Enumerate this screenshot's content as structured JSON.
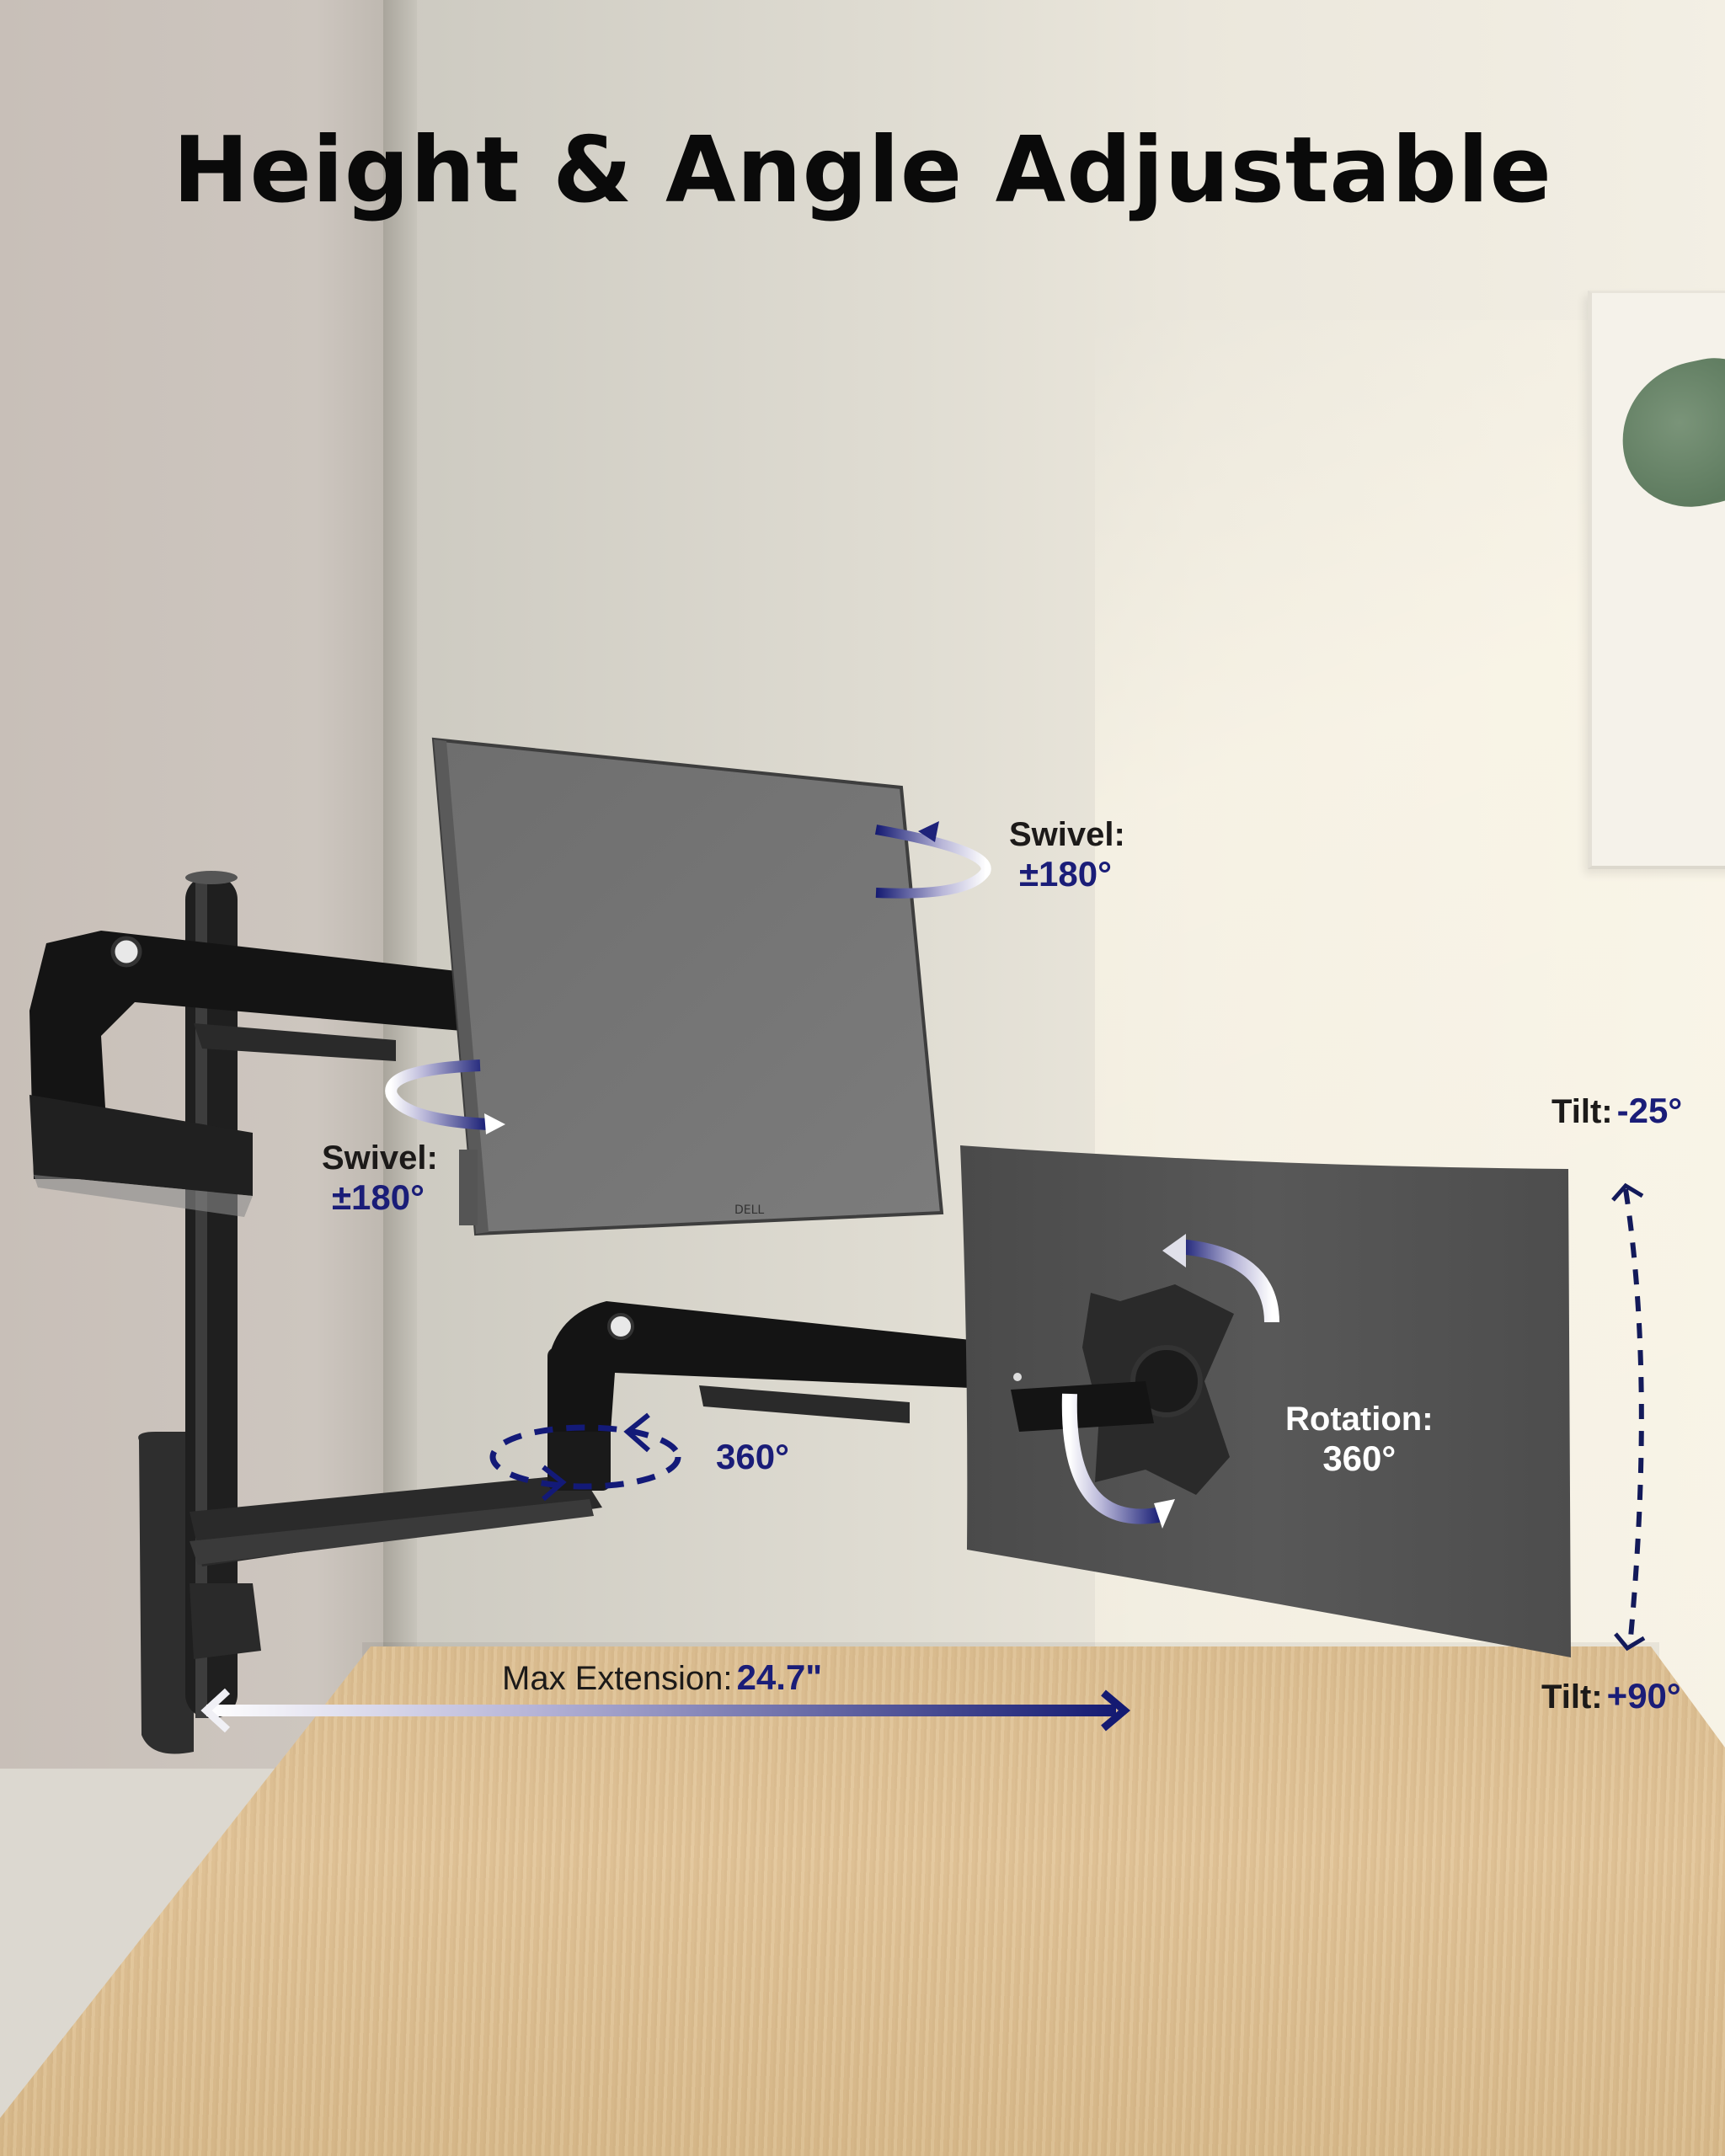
{
  "title": "Height & Angle Adjustable",
  "annotations": {
    "swivel_top": {
      "label": "Swivel:",
      "value": "±180°"
    },
    "swivel_left": {
      "label": "Swivel:",
      "value": "±180°"
    },
    "arm_rotation": {
      "value": "360°"
    },
    "panel_rotation": {
      "label": "Rotation:",
      "value": "360°"
    },
    "tilt_up": {
      "label": "Tilt:",
      "value": "-25°"
    },
    "tilt_down": {
      "label": "Tilt:",
      "value": "+90°"
    },
    "max_extension": {
      "label": "Max Extension:",
      "value": "24.7\""
    }
  },
  "product": {
    "monitor_brand_badge": "DELL"
  },
  "colors": {
    "accent_navy": "#1a1d78",
    "title_text": "#0a0a0a",
    "label_text": "#1c1a19",
    "desk_wood": "#dcbf93",
    "wall": "#e4e0d6",
    "monitor_gray": "#7a7a7a",
    "arm_black": "#161616"
  }
}
